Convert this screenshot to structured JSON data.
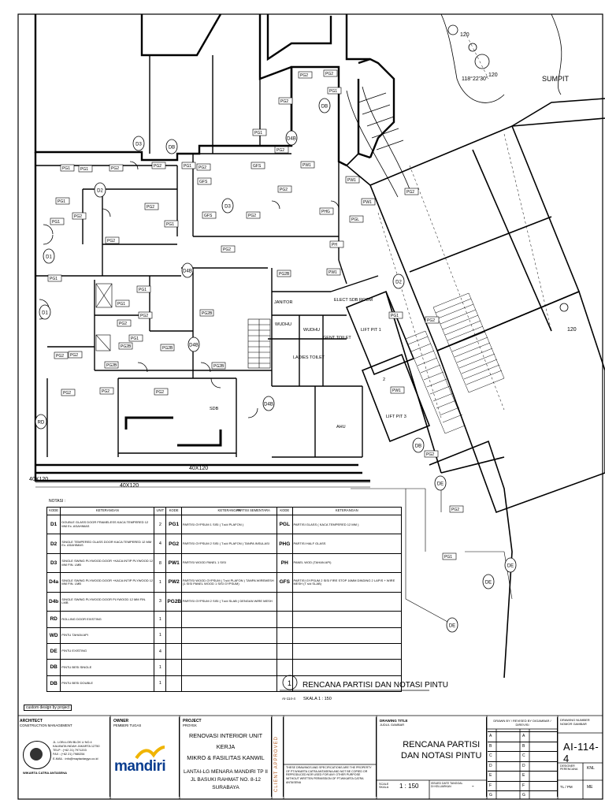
{
  "title_callout": {
    "number": "1",
    "ref": "AI-114-4",
    "title": "RENCANA PARTISI DAN NOTASI PINTU",
    "scale": "SKALA 1 : 150"
  },
  "notes_label": "NOTASI :",
  "custom_note": "custom design by project",
  "legend": {
    "headers": {
      "kode": "KODE",
      "keterangan": "KETERANGAN",
      "unit": "UNIT",
      "partisi_group": "PARTISI SEMENTARA"
    },
    "doors": [
      {
        "code": "D1",
        "desc": "DOUBLE GLASS DOOR FRAMELESS KACA TEMPERED 12 MM Ex. ASAHIMAS",
        "unit": "2"
      },
      {
        "code": "D2",
        "desc": "SINGLE TEMPERED GLASS DOOR KACA TEMPERED 12 MM Ex. ASAHIMAS",
        "unit": "4"
      },
      {
        "code": "D3",
        "desc": "SINGLE SWING PLYWOOD DOOR +KACA INTIP PLYWOOD 12 MM FIN. LMB",
        "unit": "8"
      },
      {
        "code": "D4a",
        "desc": "SINGLE SWING PLYWOOD DOOR +KACA INTIP PLYWOOD 12 MM FIN. LMB",
        "unit": "1"
      },
      {
        "code": "D4b",
        "desc": "SINGLE SWING PLYWOOD DOOR PLYWOOD 12 MM FIN. LMB",
        "unit": "3"
      },
      {
        "code": "RD",
        "desc": "ROLLING DOOR EXISTING",
        "unit": "1"
      },
      {
        "code": "WD",
        "desc": "PINTU TAHAN API",
        "unit": "1"
      },
      {
        "code": "DE",
        "desc": "PINTU EXISTING",
        "unit": "4"
      },
      {
        "code": "DB",
        "desc": "PINTU BESI SINGLE",
        "unit": "1"
      },
      {
        "code": "DB",
        "desc": "PINTU BESI DOUBLE",
        "unit": "1"
      }
    ],
    "partitions_a": [
      {
        "code": "PG1",
        "desc": "PARTISI GYPSUM 1 SISI ( T.s/d PLAFON )"
      },
      {
        "code": "PG2",
        "desc": "PARTISI GYPSUM 2 SISI ( T.s/d PLAFON ) TANPA INSULASI"
      },
      {
        "code": "PW1",
        "desc": "PARTISI WOOD PANEL 1 SISI"
      },
      {
        "code": "PW2",
        "desc": "PARTISI WOOD GYPSUM ( T.s/d PLAFON ) TANPA WIREMESH (1 SISI PANEL WOOD 1 SISI GYPSUM)"
      },
      {
        "code": "PG2B",
        "desc": "PARTISI GYPSUM 2 SISI ( T.s/d SLAB ) DENGAN WIRE MESH"
      }
    ],
    "partitions_b": [
      {
        "code": "PGL",
        "desc": "PARTISI GLASS ( KACA TEMPERED 12 MM )"
      },
      {
        "code": "PHG",
        "desc": "PARTISI HALF GLASS"
      },
      {
        "code": "PH",
        "desc": "PANEL WOD (TAHAN API)"
      },
      {
        "code": "GFS",
        "desc": "PARTISI GYPSUM 2 SISI FIRE STOP 16MM DINDING 2 LAPIS + WIRE MESH (T s/d SLAB)"
      }
    ]
  },
  "plan": {
    "rooms": {
      "sumpit": "SUMPIT",
      "janitor": "JANITOR",
      "elect": "ELECT SDB ROOM",
      "wudhu1": "WUDHU",
      "wudhu2": "WUDHU",
      "gent": "GENT TOILET",
      "ladies": "LADIES TOILET",
      "liftpit1": "LIFT PIT 1",
      "liftpit2": "2",
      "liftpit3": "LIFT PIT 3",
      "ahu": "AHU",
      "sdb": "SDB"
    },
    "dims": {
      "c120a": "120",
      "c120b": "120",
      "c120c": "120",
      "angle": "118°22'30\"",
      "d40x120a": "40X120",
      "d40x120b": "40X120",
      "d40x120c": "40X120"
    },
    "tags": [
      "PG2",
      "PG1",
      "PG2",
      "PG2",
      "PG1",
      "PG2",
      "PG1",
      "PG1",
      "PG2",
      "PG2",
      "PG1",
      "PG2",
      "PG1",
      "PG1",
      "PG2",
      "PG2",
      "PG1",
      "PG2",
      "GFS",
      "GFS",
      "GFS",
      "PG2",
      "PG2",
      "PG2",
      "PW1",
      "PW1",
      "PW1",
      "PG2B",
      "PG2B",
      "PG2B",
      "PG2B",
      "PG1",
      "PG2",
      "PG1",
      "PG1",
      "PHG",
      "PH",
      "PGL",
      "PG2",
      "PG1",
      "PW1",
      "PW1",
      "PG2",
      "PG2",
      "PG1",
      "PG2",
      "PG2",
      "PG2",
      "PG2",
      "PG2",
      "PG2B",
      "PG2B",
      "PG2",
      "PG2",
      "PG1"
    ],
    "doors": [
      "D1",
      "D1",
      "D2",
      "D2",
      "D3",
      "D3",
      "D4B",
      "D4B",
      "D4B",
      "D4B",
      "DB",
      "DB",
      "DB",
      "RD",
      "DE",
      "DE",
      "DE",
      "DE"
    ]
  },
  "title_block": {
    "architect_label": "ARCHITECT",
    "architect_sub": "CONSTRUCTION MANAGEMENT",
    "address_1": "JL. LOBI-LOBI BLOK U NO.4",
    "address_2": "KALIBATA INDAH JAKARTA 12750",
    "telp": "TELP : (+62 21) 7971203",
    "fax": "FAX : (+62 21) 7980254",
    "email": "E-MAIL : info@maytactargyo.co.id",
    "firm": "WIKARTA CATRA ANTASENA",
    "owner_label": "OWNER",
    "owner_sub": "PEMBERI TUGAS",
    "client_logo": "mandiri",
    "project_label": "PROJECT",
    "project_sub": "PROYEK",
    "project_line1": "RENOVASI INTERIOR UNIT KERJA",
    "project_line2": "MIKRO & FASILITAS KANWIL",
    "project_line3": "LANTAI-LG MENARA MANDIRI TP II",
    "project_line4": "JL BASUKI RAHMAT NO. 8-12 SURABAYA",
    "client_approved": "CLIENT APPROVED",
    "disclaimer": "THESE DRAWINGS AND SPECIFICATIONS ARE THE PROPERTY OF PT.WIKARTA CATRA ANTASENA AND NOT BE COPIED OR REPRODUCED NOR USED FOR ANY OTHER PURPOSE WITHOUT WRITTEN PERMISSION OF PT.WIKARTA CATRA ANTASENA",
    "drawing_title_label": "DRAWING TITLE",
    "drawing_title_sub": "JUDUL GAMBAR",
    "drawing_title_1": "RENCANA PARTISI",
    "drawing_title_2": "DAN NOTASI PINTU",
    "scale_label": "SCALE SKALA",
    "scale_value": "1 : 150",
    "issued_label": "ISSUED DATE TANGGAL DI KELUARKAN",
    "issued_value": "-",
    "drawn_label": "DRAWN BY / REVISED BY DIGAMBAR / DIREVISI",
    "drawing_number_label": "DRAWING NUMBER NOMOR GAMBAR",
    "drawing_number": "AI-114-4",
    "designer_label": "DESIGNER PERENCANA",
    "designer_value": "KNL",
    "tl_label": "TL / PM",
    "tl_value": "ME",
    "revisions": [
      "A",
      "B",
      "C",
      "D",
      "E",
      "F",
      "G"
    ]
  }
}
